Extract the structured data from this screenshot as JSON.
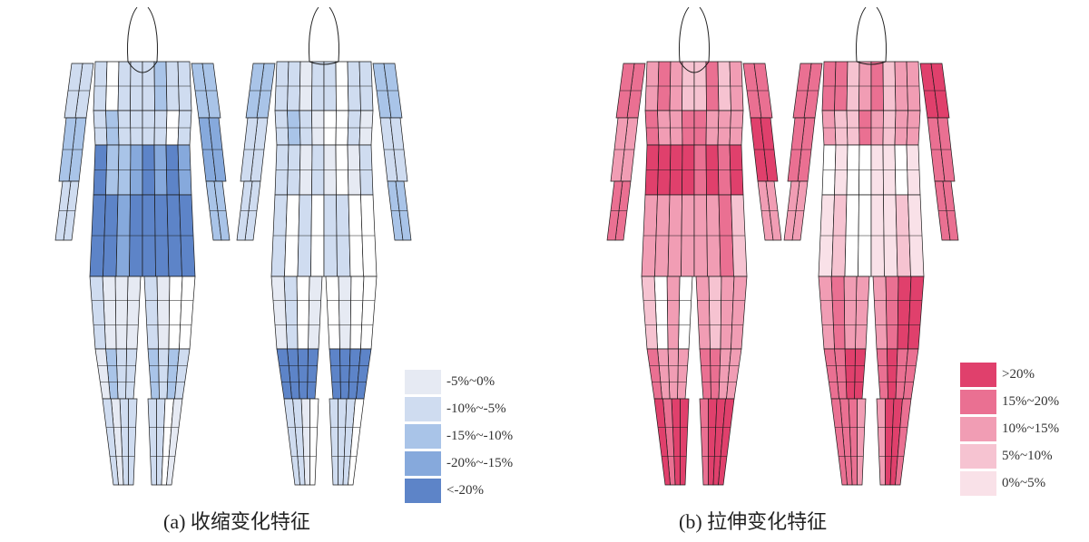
{
  "panels": [
    {
      "id": "a",
      "caption": "(a) 收缩变化特征",
      "legend": [
        {
          "label": "-5%~0%",
          "color": "#e6eaf3"
        },
        {
          "label": "-10%~-5%",
          "color": "#cfdcf0"
        },
        {
          "label": "-15%~-10%",
          "color": "#a9c4e8"
        },
        {
          "label": "-20%~-15%",
          "color": "#86a9dc"
        },
        {
          "label": "<-20%",
          "color": "#5d84c8"
        }
      ],
      "zones": {
        "front": {
          "sleeve": 2,
          "chest": 1,
          "waist": 3,
          "hip": 4,
          "thigh": 0,
          "knee": 1,
          "shin": 0
        },
        "back": {
          "sleeve": 2,
          "chest": 1,
          "waist": 0,
          "hip": 1,
          "thigh": 0,
          "knee": 4,
          "shin": 0
        }
      }
    },
    {
      "id": "b",
      "caption": "(b) 拉伸变化特征",
      "legend": [
        {
          "label": ">20%",
          "color": "#e0406c"
        },
        {
          "label": "15%~20%",
          "color": "#ea7092"
        },
        {
          "label": "10%~15%",
          "color": "#f19db4"
        },
        {
          "label": "5%~10%",
          "color": "#f6c3d1"
        },
        {
          "label": "0%~5%",
          "color": "#f9e1e8"
        }
      ],
      "zones": {
        "front": {
          "sleeve": 3,
          "chest": 2,
          "waist": 4,
          "hip": 2,
          "thigh": 1,
          "knee": 2,
          "shin": 4
        },
        "back": {
          "sleeve": 3,
          "chest": 2,
          "waist": 0,
          "hip": 0,
          "thigh": 3,
          "knee": 3,
          "shin": 3
        }
      }
    }
  ]
}
